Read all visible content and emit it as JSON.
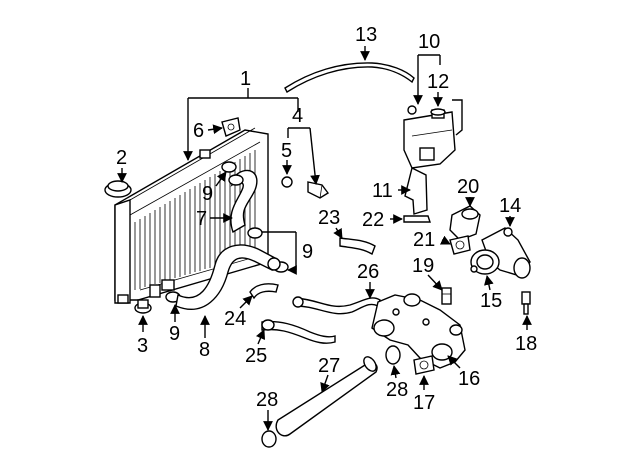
{
  "callouts": [
    {
      "id": "c1",
      "label": "1"
    },
    {
      "id": "c2",
      "label": "2"
    },
    {
      "id": "c3",
      "label": "3"
    },
    {
      "id": "c4",
      "label": "4"
    },
    {
      "id": "c5",
      "label": "5"
    },
    {
      "id": "c6",
      "label": "6"
    },
    {
      "id": "c7",
      "label": "7"
    },
    {
      "id": "c8",
      "label": "8"
    },
    {
      "id": "c9a",
      "label": "9"
    },
    {
      "id": "c9b",
      "label": "9"
    },
    {
      "id": "c9c",
      "label": "9"
    },
    {
      "id": "c10",
      "label": "10"
    },
    {
      "id": "c11",
      "label": "11"
    },
    {
      "id": "c12",
      "label": "12"
    },
    {
      "id": "c13",
      "label": "13"
    },
    {
      "id": "c14",
      "label": "14"
    },
    {
      "id": "c15",
      "label": "15"
    },
    {
      "id": "c16",
      "label": "16"
    },
    {
      "id": "c17",
      "label": "17"
    },
    {
      "id": "c18",
      "label": "18"
    },
    {
      "id": "c19",
      "label": "19"
    },
    {
      "id": "c20",
      "label": "20"
    },
    {
      "id": "c21",
      "label": "21"
    },
    {
      "id": "c22",
      "label": "22"
    },
    {
      "id": "c23",
      "label": "23"
    },
    {
      "id": "c24",
      "label": "24"
    },
    {
      "id": "c25",
      "label": "25"
    },
    {
      "id": "c26",
      "label": "26"
    },
    {
      "id": "c27",
      "label": "27"
    },
    {
      "id": "c28a",
      "label": "28"
    },
    {
      "id": "c28b",
      "label": "28"
    }
  ]
}
